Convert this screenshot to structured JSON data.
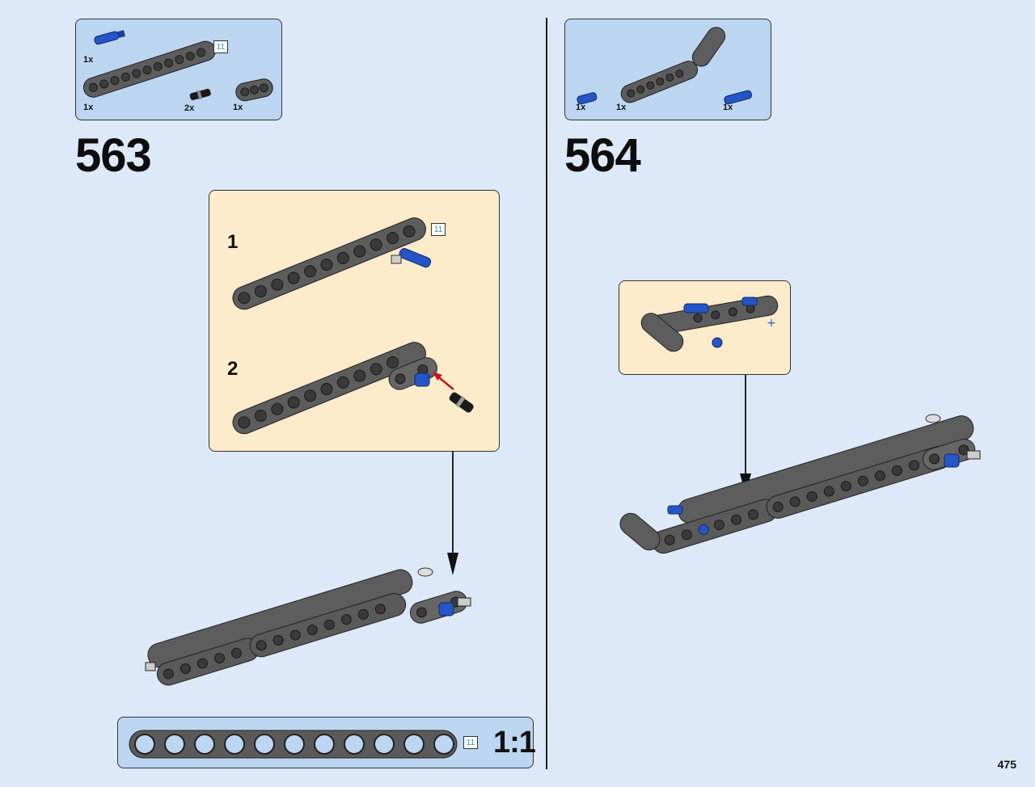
{
  "step_563": {
    "number": "563",
    "parts": [
      {
        "qty": "1x",
        "part": "blue-axle-pin"
      },
      {
        "qty": "1x",
        "part": "beam-11",
        "length": "11"
      },
      {
        "qty": "2x",
        "part": "black-friction-pin"
      },
      {
        "qty": "1x",
        "part": "beam-3"
      }
    ],
    "callout": {
      "substeps": [
        {
          "number": "1",
          "length": "11"
        },
        {
          "number": "2"
        }
      ]
    }
  },
  "step_564": {
    "number": "564",
    "parts": [
      {
        "qty": "1x",
        "part": "blue-pin"
      },
      {
        "qty": "1x",
        "part": "angled-beam"
      },
      {
        "qty": "1x",
        "part": "blue-axle-pin"
      }
    ]
  },
  "scale_ruler": {
    "length": "11",
    "label": "1:1"
  },
  "page_number": "475",
  "colors": {
    "background": "#dde9f8",
    "parts_panel": "#bcd6f2",
    "callout_panel": "#fdeccb",
    "beam": "#5a5a5a",
    "blue_pin": "#2456c8",
    "arrow_red": "#c8151b"
  }
}
